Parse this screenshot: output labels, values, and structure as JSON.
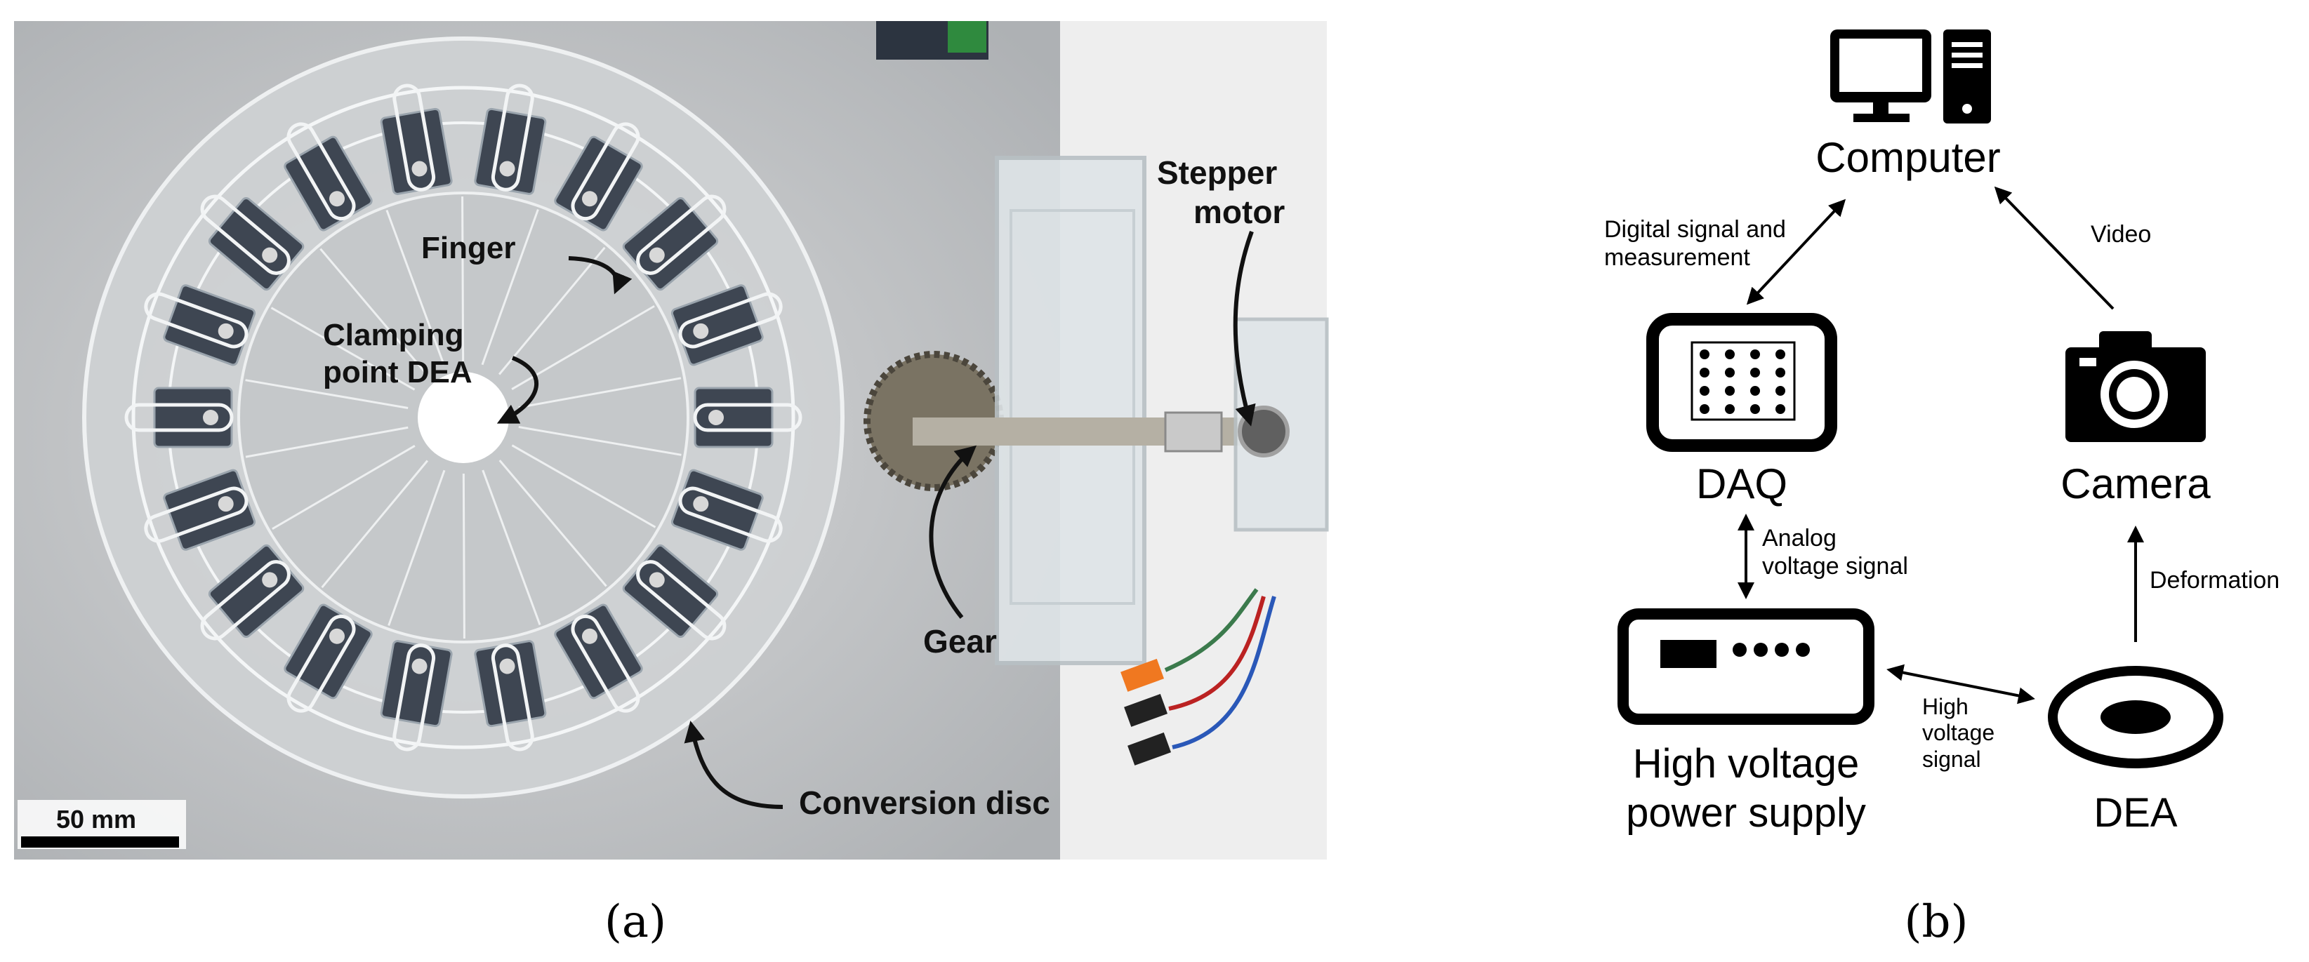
{
  "panel_a": {
    "caption": "(a)",
    "labels": {
      "finger": "Finger",
      "clamping_line1": "Clamping",
      "clamping_line2": "point DEA",
      "stepper_line1": "Stepper",
      "stepper_line2": "motor",
      "gear": "Gear",
      "conversion_disc": "Conversion disc",
      "scale_bar": "50 mm"
    }
  },
  "panel_b": {
    "caption": "(b)",
    "nodes": {
      "computer": "Computer",
      "daq": "DAQ",
      "camera": "Camera",
      "hv_line1": "High voltage",
      "hv_line2": "power supply",
      "dea": "DEA"
    },
    "edges": {
      "digital_line1": "Digital signal and",
      "digital_line2": "measurement",
      "video": "Video",
      "analog_line1": "Analog",
      "analog_line2": "voltage signal",
      "deformation": "Deformation",
      "hvsig_line1": "High",
      "hvsig_line2": "voltage",
      "hvsig_line3": "signal"
    }
  }
}
